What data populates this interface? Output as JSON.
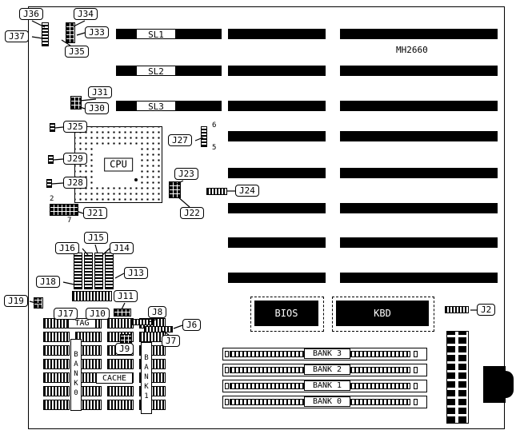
{
  "board": {
    "model": "MH2660"
  },
  "slots": [
    {
      "label": "SL1"
    },
    {
      "label": "SL2"
    },
    {
      "label": "SL3"
    }
  ],
  "cpu": {
    "label": "CPU"
  },
  "chips": {
    "bios": "BIOS",
    "kbd": "KBD",
    "tag": "TAG",
    "cache": "CACHE",
    "cache_bank_left": "BANK0",
    "cache_bank_right": "BANK1"
  },
  "simm": {
    "banks": [
      {
        "label": "BANK 3"
      },
      {
        "label": "BANK 2"
      },
      {
        "label": "BANK 1"
      },
      {
        "label": "BANK 0"
      }
    ]
  },
  "pins": {
    "j27_top": "6",
    "j27_bottom": "5",
    "j21_top": "2",
    "j21_bottom": "7"
  },
  "callouts": [
    {
      "label": "J36"
    },
    {
      "label": "J34"
    },
    {
      "label": "J33"
    },
    {
      "label": "J37"
    },
    {
      "label": "J35"
    },
    {
      "label": "J31"
    },
    {
      "label": "J30"
    },
    {
      "label": "J25"
    },
    {
      "label": "J29"
    },
    {
      "label": "J28"
    },
    {
      "label": "J21"
    },
    {
      "label": "J27"
    },
    {
      "label": "J23"
    },
    {
      "label": "J22"
    },
    {
      "label": "J24"
    },
    {
      "label": "J15"
    },
    {
      "label": "J16"
    },
    {
      "label": "J14"
    },
    {
      "label": "J18"
    },
    {
      "label": "J13"
    },
    {
      "label": "J19"
    },
    {
      "label": "J17"
    },
    {
      "label": "J10"
    },
    {
      "label": "J11"
    },
    {
      "label": "J8"
    },
    {
      "label": "J6"
    },
    {
      "label": "J7"
    },
    {
      "label": "J9"
    },
    {
      "label": "J2"
    }
  ]
}
